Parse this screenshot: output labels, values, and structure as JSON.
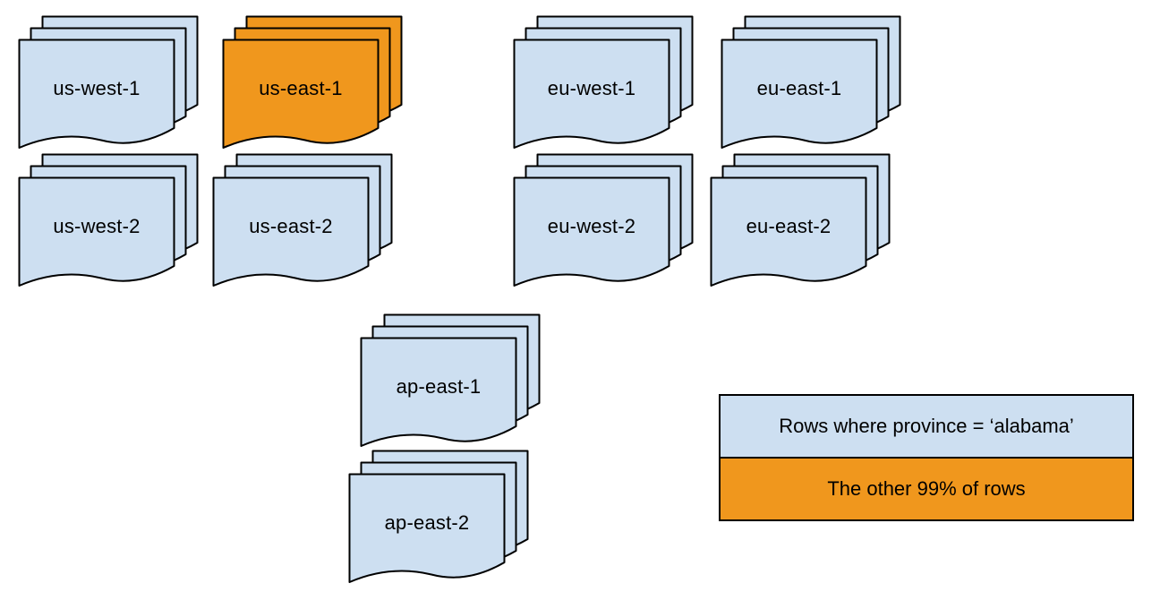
{
  "diagram": {
    "stacks": [
      {
        "label": "us-west-1",
        "highlighted": false
      },
      {
        "label": "us-east-1",
        "highlighted": true
      },
      {
        "label": "eu-west-1",
        "highlighted": false
      },
      {
        "label": "eu-east-1",
        "highlighted": false
      },
      {
        "label": "us-west-2",
        "highlighted": false
      },
      {
        "label": "us-east-2",
        "highlighted": false
      },
      {
        "label": "eu-west-2",
        "highlighted": false
      },
      {
        "label": "eu-east-2",
        "highlighted": false
      },
      {
        "label": "ap-east-1",
        "highlighted": false
      },
      {
        "label": "ap-east-2",
        "highlighted": false
      }
    ],
    "legend": {
      "items": [
        {
          "label": "Rows where province = ‘alabama’",
          "color": "#cddff1"
        },
        {
          "label": "The other 99% of rows",
          "color": "#f0971d"
        }
      ]
    },
    "colors": {
      "default_fill": "#cddff1",
      "highlight_fill": "#f0971d",
      "stroke": "#000000",
      "background": "#ffffff"
    }
  }
}
